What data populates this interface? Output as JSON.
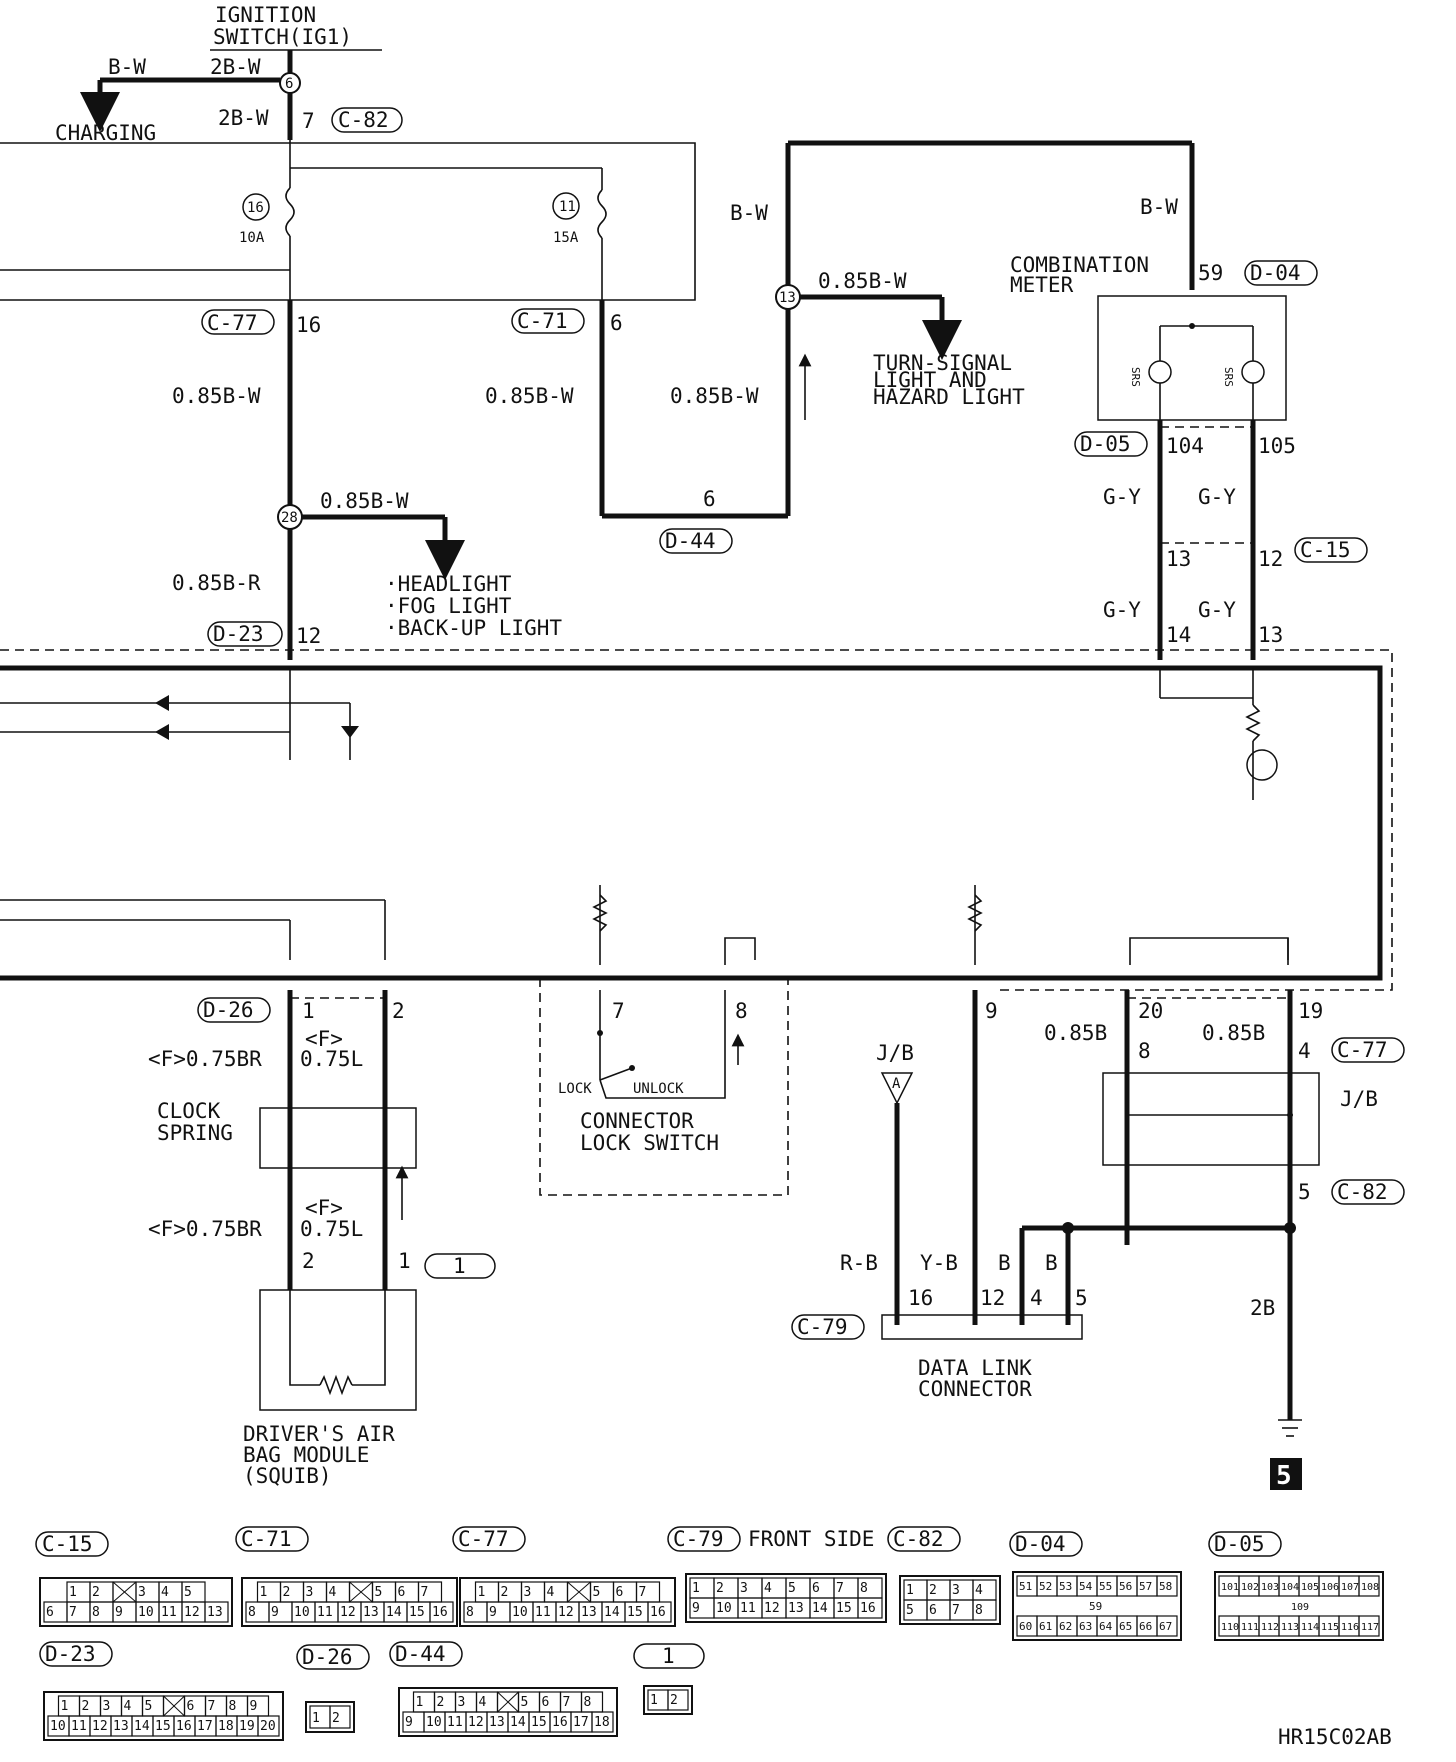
{
  "top": {
    "ignition_title_1": "IGNITION",
    "ignition_title_2": "SWITCH(IG1)",
    "wire_bw": "B-W",
    "wire_2bw": "2B-W",
    "wire_2bw_2": "2B-W",
    "pin_6": "6",
    "charging": "CHARGING",
    "pin_7": "7",
    "conn_c82": "C-82"
  },
  "fuses": {
    "fuse16_num": "16",
    "fuse16_amp": "10A",
    "fuse11_num": "11",
    "fuse11_amp": "15A"
  },
  "left_branch": {
    "conn_c77": "C-77",
    "pin_16": "16",
    "wire_085bw": "0.85B-W",
    "splice_28": "28",
    "wire_085bw_2": "0.85B-W",
    "dest_1": "·HEADLIGHT",
    "dest_2": "·FOG LIGHT",
    "dest_3": "·BACK-UP LIGHT",
    "wire_085br": "0.85B-R",
    "conn_d23": "D-23",
    "pin_12": "12"
  },
  "mid_branch": {
    "conn_c71": "C-71",
    "pin_6": "6",
    "wire_085bw": "0.85B-W",
    "pin_6b": "6",
    "conn_d44": "D-44",
    "wire_085bw_2": "0.85B-W",
    "wire_bw": "B-W",
    "splice_13": "13",
    "wire_085bw_3": "0.85B-W",
    "turn_1": "TURN-SIGNAL",
    "turn_2": "LIGHT AND",
    "turn_3": "HAZARD LIGHT"
  },
  "meter": {
    "wire_bw": "B-W",
    "title_1": "COMBINATION",
    "title_2": "METER",
    "pin_59": "59",
    "conn_d04": "D-04",
    "srs_1": "SRS",
    "srs_2": "SRS",
    "conn_d05": "D-05",
    "pin_104": "104",
    "pin_105": "105",
    "wire_gy_1": "G-Y",
    "wire_gy_2": "G-Y",
    "pin_13": "13",
    "pin_12": "12",
    "conn_c15": "C-15",
    "wire_gy_3": "G-Y",
    "wire_gy_4": "G-Y",
    "pin_14": "14",
    "pin_13b": "13"
  },
  "lower": {
    "conn_d26": "D-26",
    "pin_1": "1",
    "pin_2": "2",
    "f_1": "<F>",
    "wire_075br": "<F>0.75BR",
    "wire_075l": "0.75L",
    "clock_1": "CLOCK",
    "clock_2": "SPRING",
    "f_2": "<F>",
    "wire_075br_2": "<F>0.75BR",
    "wire_075l_2": "0.75L",
    "pin_2b": "2",
    "pin_1b": "1",
    "conn_1": "1",
    "airbag_1": "DRIVER'S AIR",
    "airbag_2": "BAG MODULE",
    "airbag_3": "(SQUIB)",
    "pin_7": "7",
    "pin_8": "8",
    "lock": "LOCK",
    "unlock": "UNLOCK",
    "cls_1": "CONNECTOR",
    "cls_2": "LOCK SWITCH",
    "pin_9": "9",
    "jb_1": "J/B",
    "jb_a": "A",
    "wire_rb": "R-B",
    "wire_yb": "Y-B",
    "wire_b1": "B",
    "wire_b2": "B",
    "pin_16": "16",
    "pin_12": "12",
    "pin_4": "4",
    "pin_5": "5",
    "conn_c79": "C-79",
    "dlc_1": "DATA LINK",
    "dlc_2": "CONNECTOR",
    "wire_085b_1": "0.85B",
    "pin_20": "20",
    "pin_8b": "8",
    "wire_085b_2": "0.85B",
    "pin_19": "19",
    "pin_4b": "4",
    "conn_c77": "C-77",
    "jb_2": "J/B",
    "pin_5b": "5",
    "conn_c82": "C-82",
    "wire_2b": "2B",
    "ground_num": "5"
  },
  "connectors": {
    "c15": {
      "label": "C-15",
      "row1": [
        "1",
        "2",
        "",
        "3",
        "4",
        "5"
      ],
      "row2": [
        "6",
        "7",
        "8",
        "9",
        "10",
        "11",
        "12",
        "13"
      ]
    },
    "c71": {
      "label": "C-71",
      "row1": [
        "1",
        "2",
        "3",
        "4",
        "",
        "5",
        "6",
        "7"
      ],
      "row2": [
        "8",
        "9",
        "10",
        "11",
        "12",
        "13",
        "14",
        "15",
        "16"
      ]
    },
    "c77": {
      "label": "C-77",
      "row1": [
        "1",
        "2",
        "3",
        "4",
        "",
        "5",
        "6",
        "7"
      ],
      "row2": [
        "8",
        "9",
        "10",
        "11",
        "12",
        "13",
        "14",
        "15",
        "16"
      ]
    },
    "c79": {
      "label": "C-79",
      "side": "FRONT SIDE",
      "row1": [
        "1",
        "2",
        "3",
        "4",
        "5",
        "6",
        "7",
        "8"
      ],
      "row2": [
        "9",
        "10",
        "11",
        "12",
        "13",
        "14",
        "15",
        "16"
      ]
    },
    "c82": {
      "label": "C-82",
      "row1": [
        "1",
        "2",
        "3",
        "4"
      ],
      "row2": [
        "5",
        "6",
        "7",
        "8"
      ]
    },
    "d04": {
      "label": "D-04",
      "row1": [
        "51",
        "52",
        "53",
        "54",
        "55",
        "56",
        "57",
        "58"
      ],
      "mid": "59",
      "row2": [
        "60",
        "61",
        "62",
        "63",
        "64",
        "65",
        "66",
        "67"
      ]
    },
    "d05": {
      "label": "D-05",
      "row1": [
        "101",
        "102",
        "103",
        "104",
        "105",
        "106",
        "107",
        "108"
      ],
      "mid": "109",
      "row2": [
        "110",
        "111",
        "112",
        "113",
        "114",
        "115",
        "116",
        "117"
      ]
    },
    "d23": {
      "label": "D-23",
      "row1": [
        "1",
        "2",
        "3",
        "4",
        "5",
        "",
        "6",
        "7",
        "8",
        "9"
      ],
      "row2": [
        "10",
        "11",
        "12",
        "13",
        "14",
        "15",
        "16",
        "17",
        "18",
        "19",
        "20"
      ]
    },
    "d26": {
      "label": "D-26",
      "row1": [
        "1",
        "2"
      ]
    },
    "d44": {
      "label": "D-44",
      "row1": [
        "1",
        "2",
        "3",
        "4",
        "",
        "5",
        "6",
        "7",
        "8"
      ],
      "row2": [
        "9",
        "10",
        "11",
        "12",
        "13",
        "14",
        "15",
        "16",
        "17",
        "18"
      ]
    },
    "one": {
      "label": "1",
      "row1": [
        "1",
        "2"
      ]
    }
  },
  "code": "HR15C02AB"
}
